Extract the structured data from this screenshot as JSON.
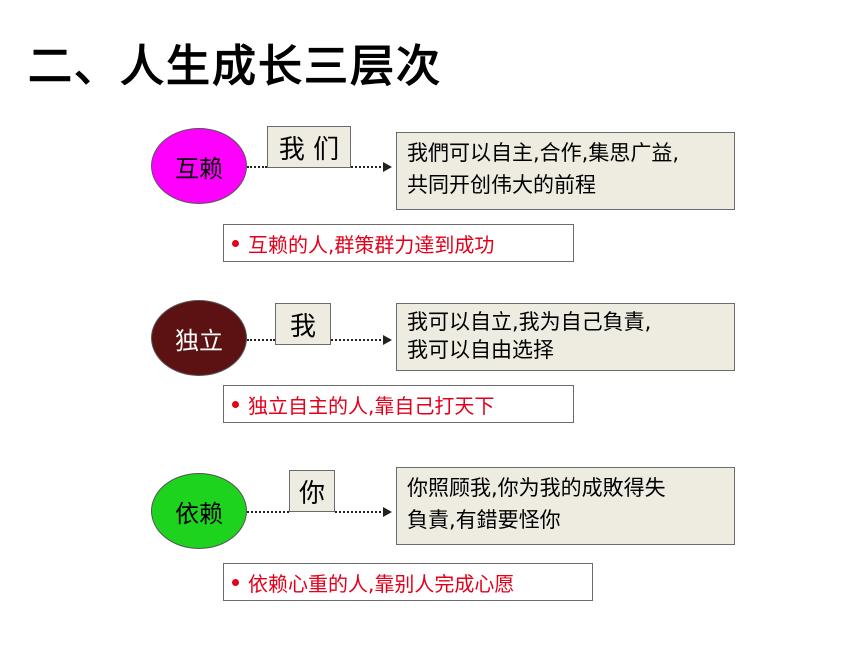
{
  "title": "二、人生成长三层次",
  "levels": [
    {
      "circle_label": "互赖",
      "circle_color": "#ff00ff",
      "tag": "我 们",
      "desc_lines": [
        "我們可以自主,合作,集思广益,",
        "共同开创伟大的前程"
      ],
      "bullet": "互赖的人,群策群力達到成功"
    },
    {
      "circle_label": "独立",
      "circle_color": "#5c1212",
      "tag": "我",
      "desc_lines": [
        "我可以自立,我为自己負責,",
        "我可以自由选择"
      ],
      "bullet": "独立自主的人,靠自己打天下"
    },
    {
      "circle_label": "依赖",
      "circle_color": "#1ed31e",
      "tag": "你",
      "desc_lines": [
        "你照顾我,你为我的成敗得失",
        "負責,有錯要怪你"
      ],
      "bullet": "依赖心重的人,靠别人完成心愿"
    }
  ]
}
